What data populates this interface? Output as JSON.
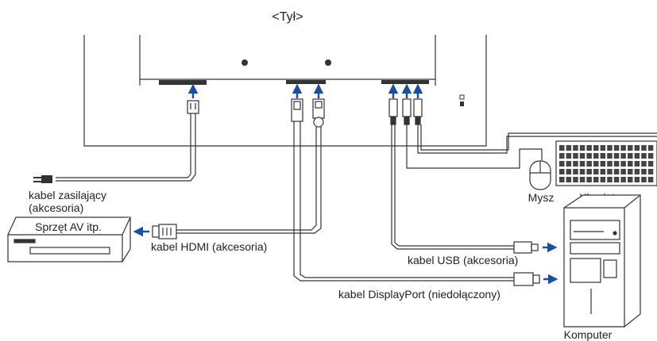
{
  "title": "<Tył>",
  "labels": {
    "power_cable": [
      "kabel zasilający",
      "(akcesoria)"
    ],
    "av_device": "Sprzęt AV itp.",
    "hdmi_cable": "kabel HDMI (akcesoria)",
    "usb_cable": "kabel USB (akcesoria)",
    "displayport_cable": "kabel DisplayPort (niedołączony)",
    "mouse": "Mysz",
    "keyboard": "Klawiatura",
    "computer": "Komputer"
  },
  "colors": {
    "arrow": "#1c4f9c",
    "line": "#333333"
  }
}
